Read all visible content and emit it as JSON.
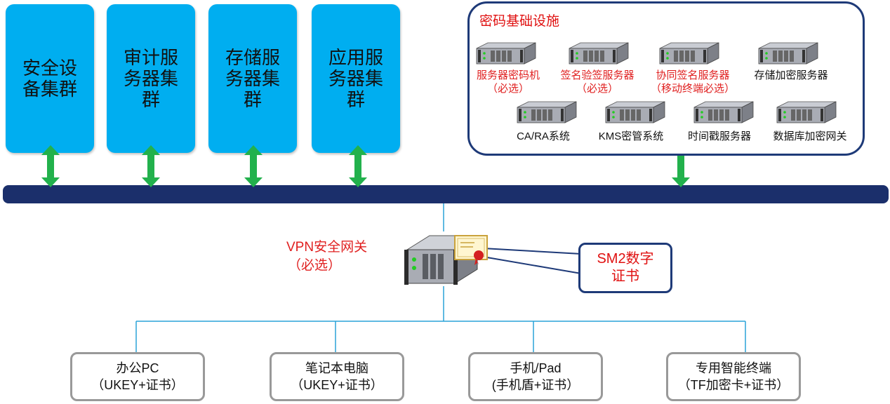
{
  "clusters": [
    {
      "label": "安全设备集群"
    },
    {
      "label": "审计服务器集群"
    },
    {
      "label": "存储服务器集群"
    },
    {
      "label": "应用服务器集群"
    }
  ],
  "infra": {
    "title": "密码基础设施",
    "row1": [
      {
        "line1": "服务器密码机",
        "line2": "（必选）"
      },
      {
        "line1": "签名验签服务器",
        "line2": "（必选）"
      },
      {
        "line1": "协同签名服务器",
        "line2": "（移动终端必选）"
      },
      {
        "line1": "存储加密服务器",
        "line2": ""
      }
    ],
    "row2": [
      {
        "line1": "CA/RA系统"
      },
      {
        "line1": "KMS密管系统"
      },
      {
        "line1": "时间戳服务器"
      },
      {
        "line1": "数据库加密网关"
      }
    ]
  },
  "vpn": {
    "line1": "VPN安全网关",
    "line2": "（必选）"
  },
  "cert": {
    "line1": "SM2数字",
    "line2": "证书"
  },
  "devices": [
    {
      "line1": "办公PC",
      "line2": "（UKEY+证书）"
    },
    {
      "line1": "笔记本电脑",
      "line2": "（UKEY+证书）"
    },
    {
      "line1": "手机/Pad",
      "line2": "(手机盾+证书）"
    },
    {
      "line1": "专用智能终端",
      "line2": "（TF加密卡+证书）"
    }
  ],
  "colors": {
    "cluster": "#00aef0",
    "bus": "#1b2f6b",
    "arrow": "#22b14c",
    "red_label": "#e02020",
    "line": "#2aa3d8"
  }
}
